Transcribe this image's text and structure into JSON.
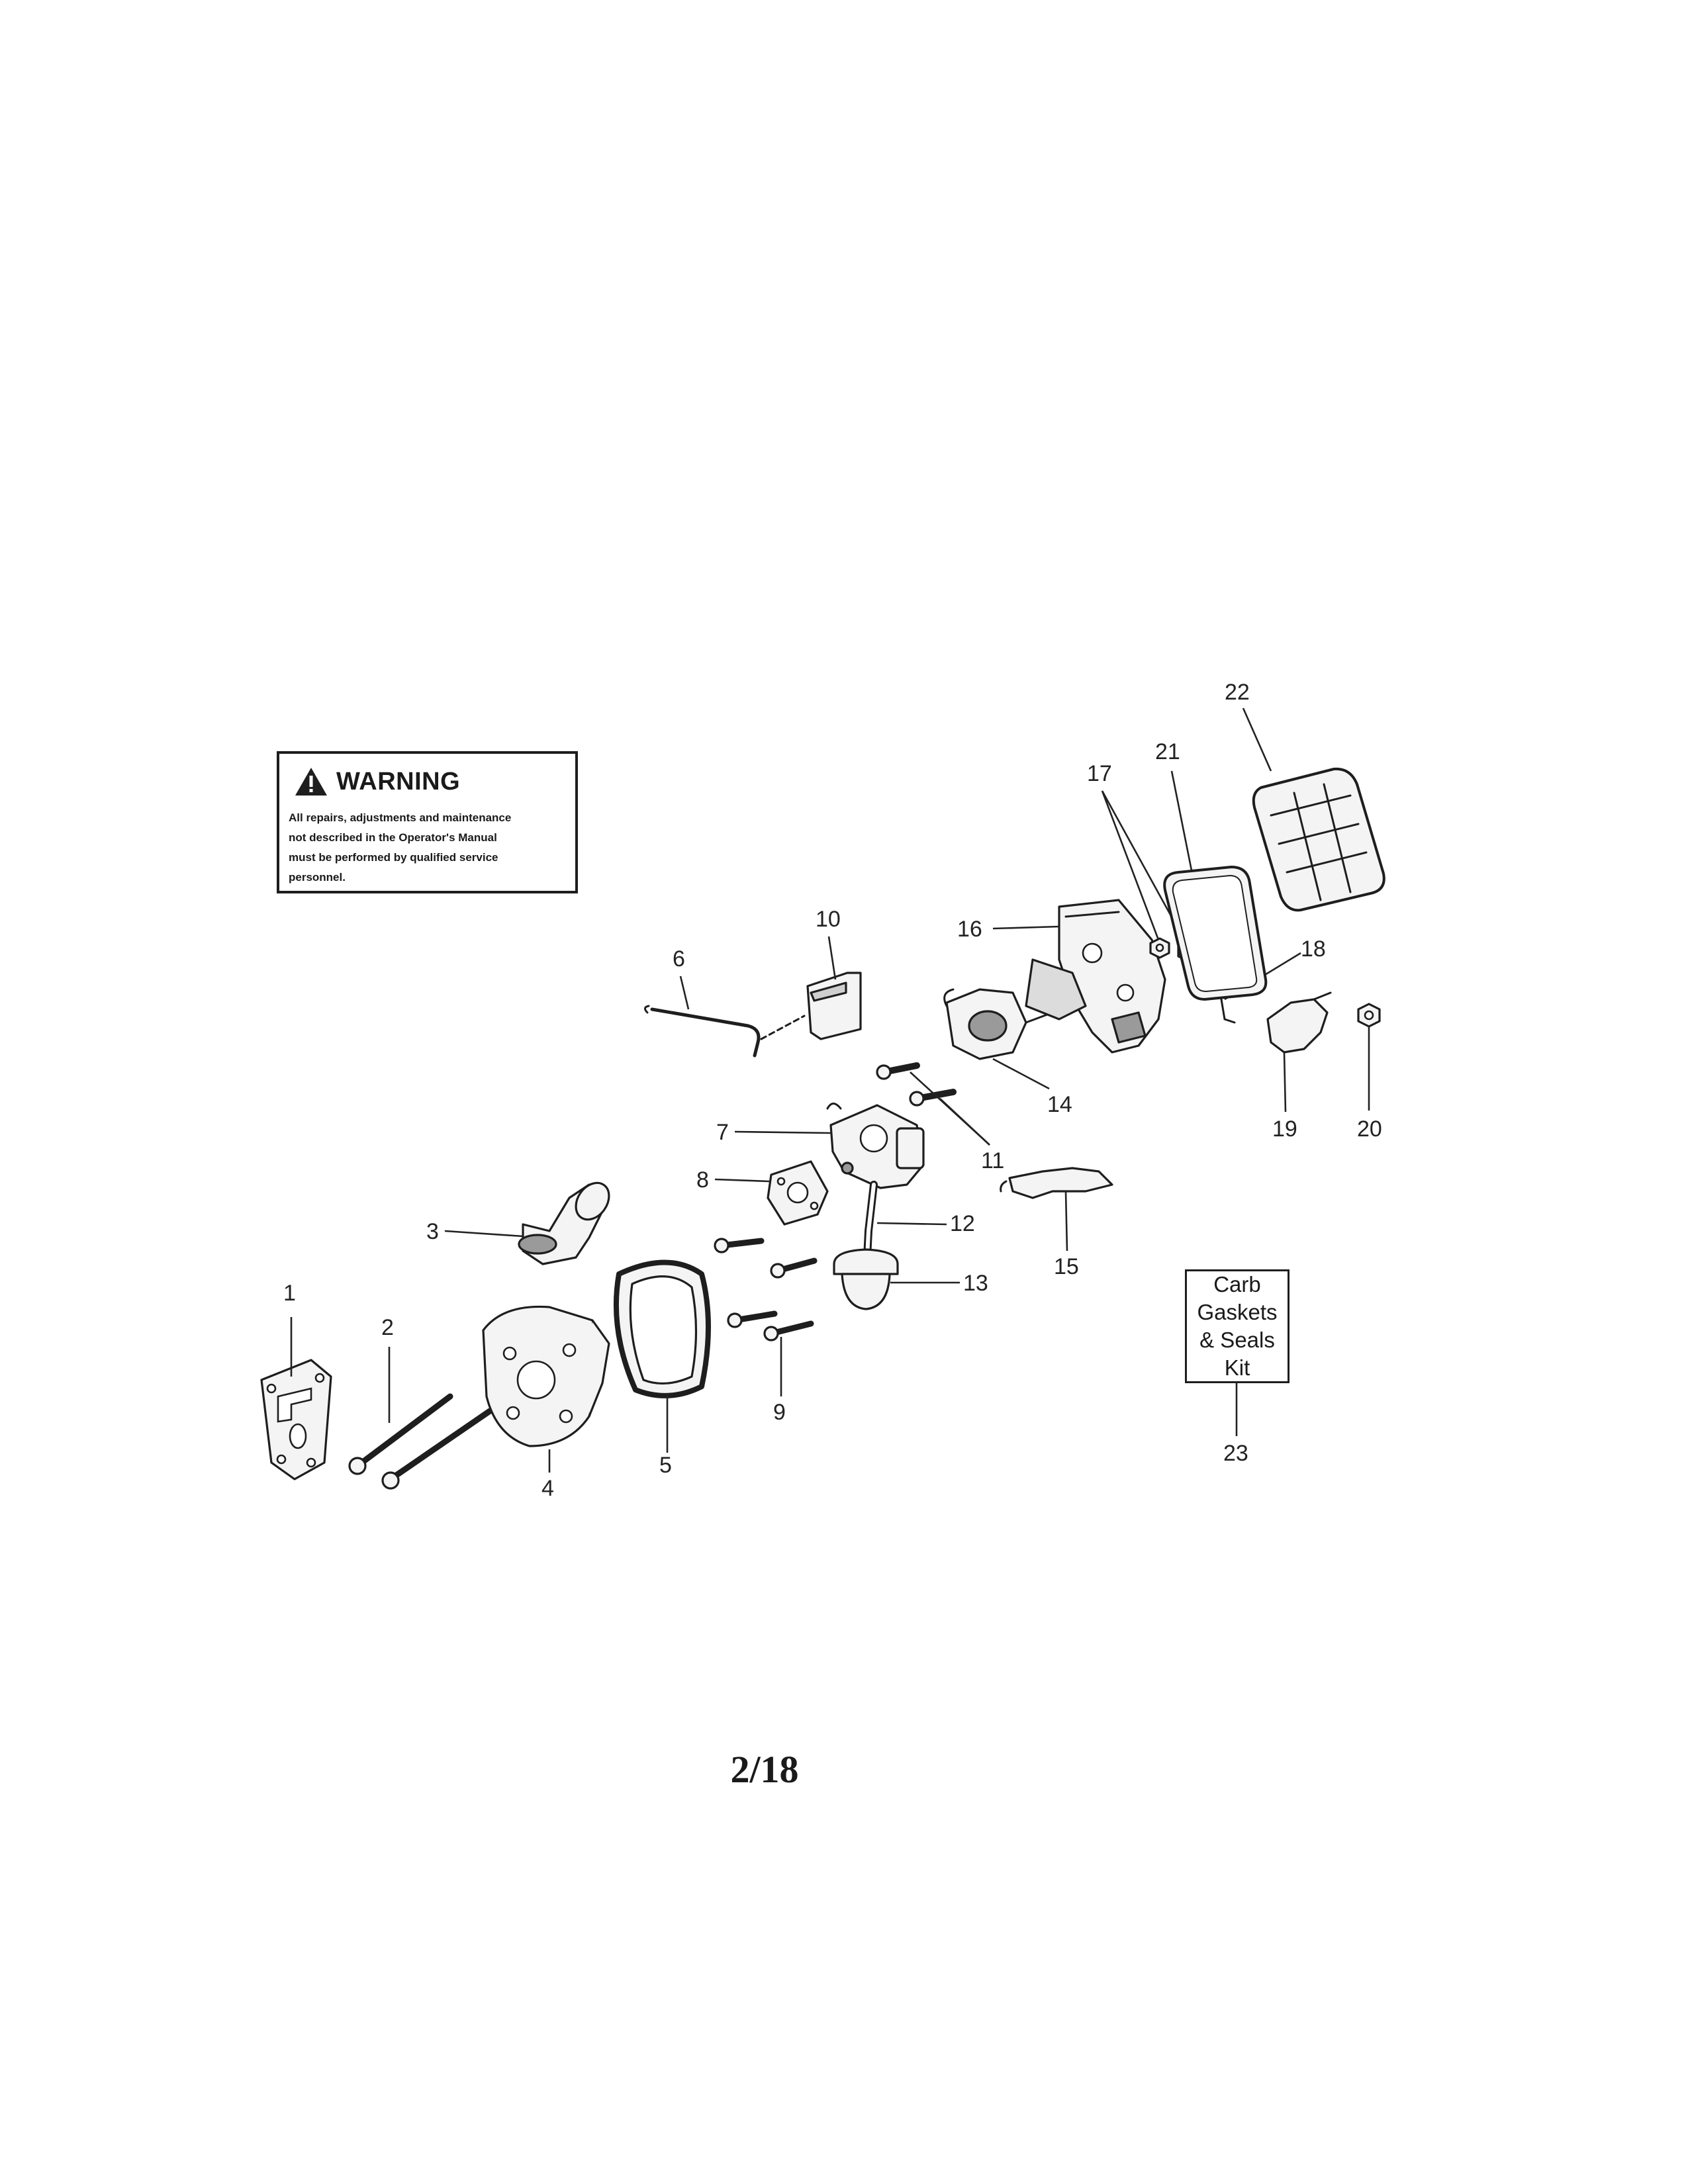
{
  "warning": {
    "title": "WARNING",
    "text": "All repairs, adjustments and maintenance\nnot described in the Operator's Manual\nmust be performed by qualified  service\npersonnel."
  },
  "kit": {
    "label": "Carb\nGaskets\n& Seals\nKit"
  },
  "callouts": [
    "1",
    "2",
    "3",
    "4",
    "5",
    "6",
    "7",
    "8",
    "9",
    "10",
    "11",
    "12",
    "13",
    "14",
    "15",
    "16",
    "17",
    "18",
    "19",
    "20",
    "21",
    "22",
    "23"
  ],
  "page_number": "2/18"
}
